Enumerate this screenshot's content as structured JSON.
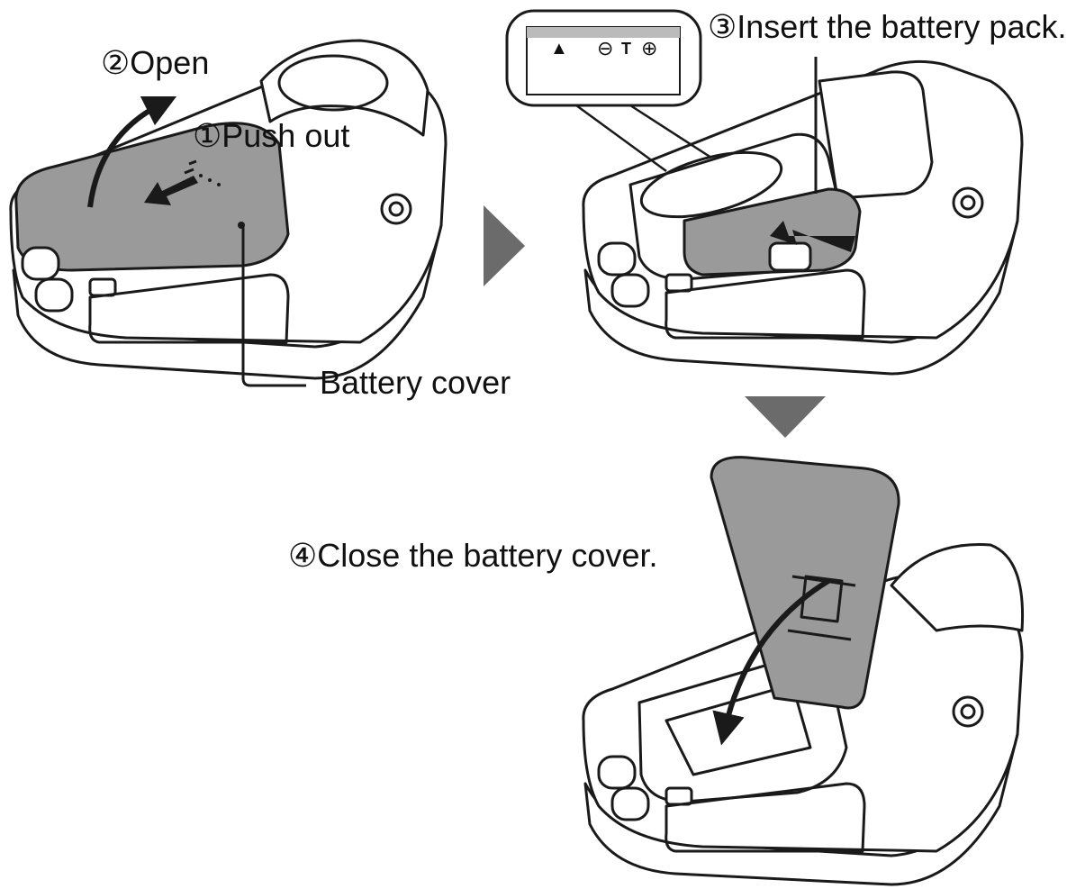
{
  "steps": {
    "push_out": "①Push out",
    "open": "②Open",
    "insert": "③Insert the battery pack.",
    "close": "④Close the battery cover."
  },
  "labels": {
    "battery_cover": "Battery cover"
  },
  "polarity_inset": {
    "symbols": [
      "▲",
      "⊖",
      "T",
      "⊕"
    ]
  },
  "colors": {
    "line": "#1a1a1a",
    "cover_fill": "#9a9a9a",
    "arrow_fill": "#6b6b6b",
    "body_fill": "#ffffff"
  }
}
